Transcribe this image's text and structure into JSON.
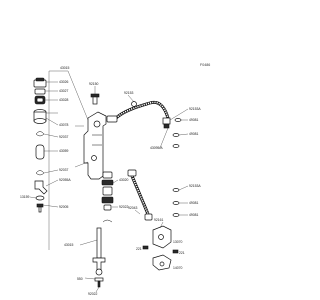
{
  "diagram": {
    "code": "F0486",
    "labels": {
      "p43015": "43015",
      "p43026": "43026",
      "p43027": "43027",
      "p43028": "43028",
      "p92150": "92150",
      "p43078": "43078",
      "p92037a": "92037",
      "p43059": "43059",
      "p92037b": "92037",
      "p92055a": "92055A",
      "p13159": "13159",
      "p92005": "92005",
      "p43020": "43020",
      "p92022": "92022",
      "p92153": "92153",
      "p92153a1": "92153A",
      "p49081": "49081",
      "p43095a": "43095/A",
      "p92153a2": "92153A",
      "p49081b": "49081",
      "p43015b": "43015",
      "p92043": "92043",
      "p92161": "92161",
      "p221a": "221",
      "p13070": "13070",
      "p221b": "221",
      "p14070": "14070",
      "p550": "550",
      "p92022b": "92022"
    }
  }
}
